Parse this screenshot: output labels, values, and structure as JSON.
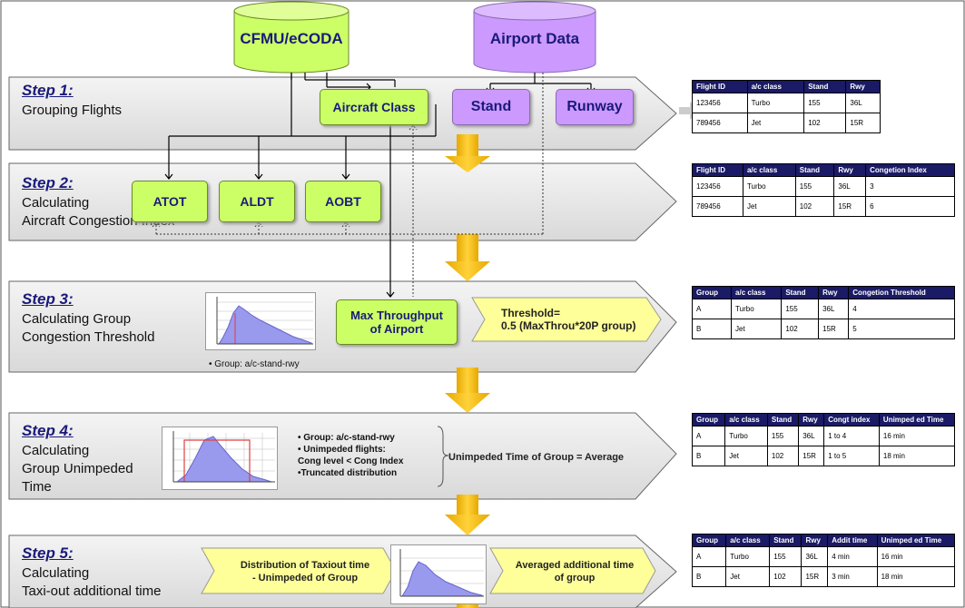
{
  "sources": {
    "cfmu": "CFMU/eCODA",
    "airport": "Airport Data"
  },
  "step1": {
    "title": "Step 1:",
    "desc": "Grouping Flights",
    "aircraft_class": "Aircraft Class",
    "stand": "Stand",
    "runway": "Runway"
  },
  "step2": {
    "title": "Step 2:",
    "desc1": "Calculating",
    "desc2": "Aircraft Congestion Index",
    "atot": "ATOT",
    "aldt": "ALDT",
    "aobt": "AOBT"
  },
  "step3": {
    "title": "Step 3:",
    "desc1": "Calculating Group",
    "desc2": "Congestion Threshold",
    "max_throughput_1": "Max Throughput",
    "max_throughput_2": "of Airport",
    "threshold_1": "Threshold=",
    "threshold_2": "0.5 (MaxThrou*20P group)",
    "group_note": "• Group: a/c-stand-rwy"
  },
  "step4": {
    "title": "Step 4:",
    "desc1": "Calculating",
    "desc2": "Group Unimpeded",
    "desc3": "Time",
    "note1": "• Group: a/c-stand-rwy",
    "note2": "• Unimpeded flights:",
    "note3": "Cong level < Cong Index",
    "note4": "•Truncated distribution",
    "result": "Unimpeded Time of Group = Average"
  },
  "step5": {
    "title": "Step 5:",
    "desc1": "Calculating",
    "desc2": "Taxi-out additional time",
    "dist_1": "Distribution of Taxiout time",
    "dist_2": "- Unimpeded of Group",
    "avg_1": "Averaged additional time",
    "avg_2": "of group"
  },
  "tables": {
    "t1": {
      "headers": [
        "Flight ID",
        "a/c class",
        "Stand",
        "Rwy"
      ],
      "rows": [
        [
          "123456",
          "Turbo",
          "155",
          "36L"
        ],
        [
          "789456",
          "Jet",
          "102",
          "15R"
        ]
      ]
    },
    "t2": {
      "headers": [
        "Flight ID",
        "a/c class",
        "Stand",
        "Rwy",
        "Congetion Index"
      ],
      "rows": [
        [
          "123456",
          "Turbo",
          "155",
          "36L",
          "3"
        ],
        [
          "789456",
          "Jet",
          "102",
          "15R",
          "6"
        ]
      ]
    },
    "t3": {
      "headers": [
        "Group",
        "a/c class",
        "Stand",
        "Rwy",
        "Congetion Threshold"
      ],
      "rows": [
        [
          "A",
          "Turbo",
          "155",
          "36L",
          "4"
        ],
        [
          "B",
          "Jet",
          "102",
          "15R",
          "5"
        ]
      ]
    },
    "t4": {
      "headers": [
        "Group",
        "a/c class",
        "Stand",
        "Rwy",
        "Congt index",
        "Unimped ed Time"
      ],
      "rows": [
        [
          "A",
          "Turbo",
          "155",
          "36L",
          "1 to 4",
          "16 min"
        ],
        [
          "B",
          "Jet",
          "102",
          "15R",
          "1 to 5",
          "18 min"
        ]
      ]
    },
    "t5": {
      "headers": [
        "Group",
        "a/c class",
        "Stand",
        "Rwy",
        "Addit time",
        "Unimped ed Time"
      ],
      "rows": [
        [
          "A",
          "Turbo",
          "155",
          "36L",
          "4 min",
          "16 min"
        ],
        [
          "B",
          "Jet",
          "102",
          "15R",
          "3 min",
          "18 min"
        ]
      ]
    }
  },
  "colors": {
    "green_box": "#ccff66",
    "purple_box": "#cc99ff",
    "band": "#e8e8e8",
    "table_header": "#1a1a66",
    "arrow": "#ffcc00",
    "title": "#1a1a7a"
  }
}
